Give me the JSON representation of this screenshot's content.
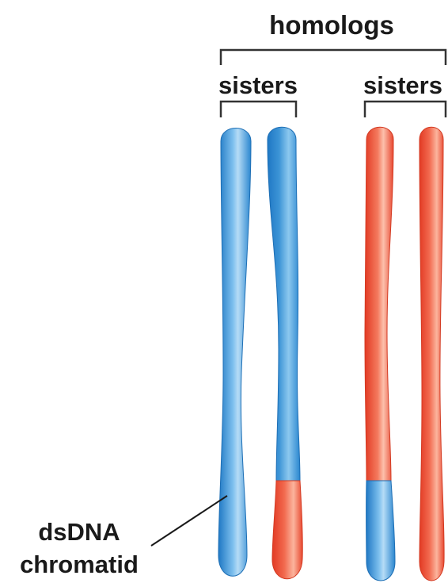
{
  "labels": {
    "homologs": "homologs",
    "sisters_left": "sisters",
    "sisters_right": "sisters",
    "chromatid_line1": "dsDNA",
    "chromatid_line2": "chromatid"
  },
  "colors": {
    "blue_light": "#b6dcf6",
    "blue_mid": "#59a9e4",
    "blue_dark": "#1f78c4",
    "red_light": "#fcc0ac",
    "red_mid": "#f47a5e",
    "red_dark": "#e23a24",
    "bracket": "#333333",
    "text": "#1a1a1a"
  }
}
